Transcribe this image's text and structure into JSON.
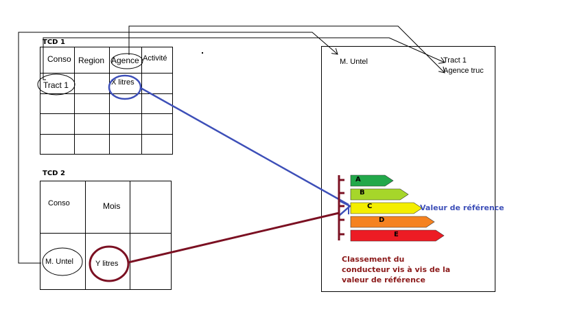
{
  "tcd1": {
    "title": "TCD 1",
    "headers": [
      "Conso",
      "Region",
      "Agence",
      "Activité"
    ],
    "row1": [
      "Tract 1",
      "",
      "X litres",
      ""
    ]
  },
  "tcd2": {
    "title": "TCD 2",
    "headers": [
      "Conso",
      "Mois",
      ""
    ],
    "row1": [
      "M. Untel",
      "Y litres",
      ""
    ]
  },
  "panel": {
    "driver_name": "M. Untel",
    "tract_label": "Tract 1",
    "agency_label": "Agence truc",
    "reference_label": "Valeur de référence",
    "caption_lines": [
      "Classement du",
      "conducteur vis à vis de la",
      "valeur de référence"
    ]
  },
  "energy_bars": [
    {
      "label": "A",
      "color": "#22a84a"
    },
    {
      "label": "B",
      "color": "#a6d62a"
    },
    {
      "label": "C",
      "color": "#f4ee00"
    },
    {
      "label": "D",
      "color": "#f58220"
    },
    {
      "label": "E",
      "color": "#ed1c24"
    }
  ],
  "colors": {
    "blue_arrow": "#3d4fb8",
    "red_arrow": "#7b1022",
    "reference_text": "#3d4fb8",
    "caption_text": "#8b1a1a"
  }
}
